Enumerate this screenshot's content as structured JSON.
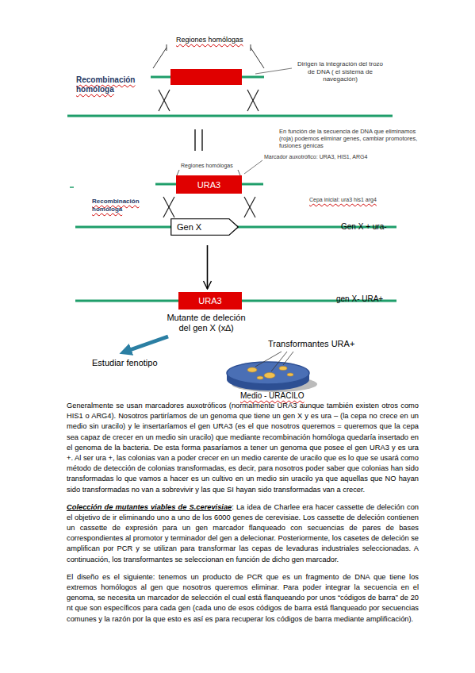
{
  "diagram": {
    "nodes": [
      {
        "text": [
          "URA3"
        ]
      },
      {
        "text": [
          "Gen X"
        ]
      },
      {
        "text": [
          "URA3"
        ]
      }
    ],
    "edges": [
      {
        "from": 1,
        "to": 2,
        "arrow": "to"
      }
    ],
    "labels": [
      "Regiones homólogas",
      "Recombinación homóloga",
      "Dirigen la integración del trozo de DNA ( el sistema de navegación)",
      "En función de la secuencia de DNA que eliminamos (roja) podemos eliminar genes, cambiar promotores, fusiones génicas",
      "Marcador auxotrófico: URA3, HIS1, ARG4",
      "Regiones homólogas",
      "Recombinación homóloga",
      "Cepa inicial: ura3 his1 arg4",
      "Gen X + ura-",
      "gen X- URA+",
      "Mutante de deleción del gen X (x∆)",
      "Estudiar fenotipo",
      "Transformantes URA+",
      "Medio - URACILO",
      "Generalmente se usan marcadores auxotróficos (normalmente URA3 aunque también existen otros como HIS1 o ARG4). Nosotros partiríamos de un genoma que tiene un gen X y es ura – (la cepa no crece en un medio sin uracilo) y le insertaríamos el gen URA3 (es el que nosotros queremos = queremos que la cepa sea capaz de crecer en un medio sin uracilo) que mediante recombinación homóloga quedaría insertado en el genoma de la bacteria. De esta forma pasaríamos a tener un genoma que posee el gen URA3 y es ura +. Al ser ura +, las colonias van a poder crecer en un medio carente de uracilo que es lo que se usará como método de detección de colonias transformadas, es decir, para nosotros poder saber que colonias han sido transformadas lo que vamos a hacer es un cultivo en un medio sin uracilo ya que aquellas que NO hayan sido transformadas no van a sobrevivir y las que SI hayan sido transformadas van a crecer.",
      "Colección de mutantes viables de S.cerevisiae",
      ": La idea de Charlee era hacer cassette de deleción con el objetivo de ir eliminando uno a uno de los 6000 genes de cerevisiae. Los cassette de deleción contienen un cassette de expresión para un gen marcador flanqueado con secuencias de pares de bases correspondientes al promotor y terminador del gen a delecionar. Posteriormente, los casetes de deleción se amplifican por PCR y se utilizan para transformar las cepas de levaduras industriales seleccionadas. A continuación, los transformantes se seleccionan en función de dicho gen marcador.",
      "El diseño es el siguiente: tenemos un producto de PCR que es un fragmento de DNA que tiene los extremos homólogos al gen que nosotros queremos eliminar. Para poder integrar la secuencia en el genoma, se necesita un marcador de selección el cual está flanqueando por unos “códigos de barra” de 20 nt que son específicos para cada gen (cada uno de esos códigos de barra está flanqueado por secuencias comunes y la razón por la que esto es así es para recuperar los códigos de barra mediante amplificación)."
    ]
  }
}
